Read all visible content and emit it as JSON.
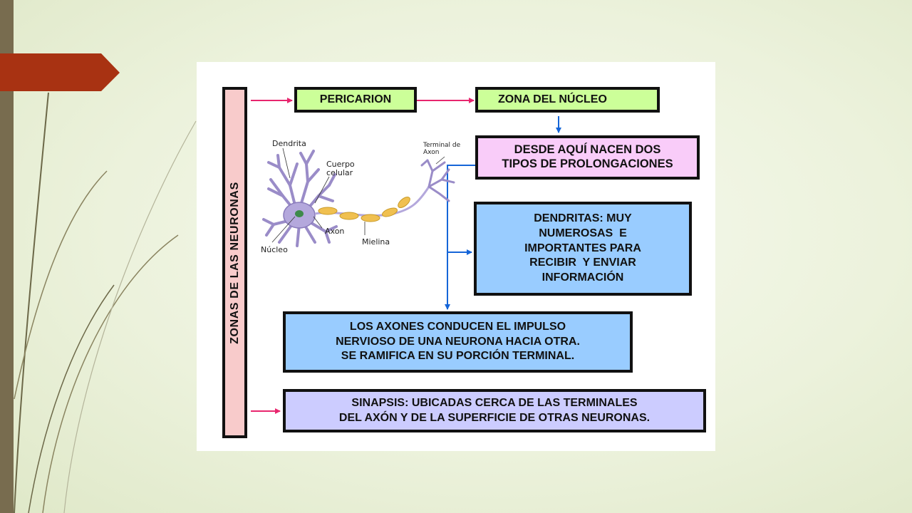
{
  "diagram": {
    "vertical_label": "ZONAS DE LAS NEURONAS",
    "pericarion": "PERICARION",
    "zona_nucleo": "ZONA DEL NÚCLEO",
    "desde_aqui": [
      "DESDE AQUÍ NACEN DOS",
      "TIPOS DE PROLONGACIONES"
    ],
    "dendritas": [
      "DENDRITAS: MUY",
      "NUMEROSAS  E",
      "IMPORTANTES PARA",
      "RECIBIR  Y ENVIAR",
      "INFORMACIÓN"
    ],
    "axones": [
      "LOS AXONES CONDUCEN EL IMPULSO",
      "NERVIOSO DE UNA NEURONA HACIA OTRA.",
      "SE RAMIFICA EN SU PORCIÓN TERMINAL."
    ],
    "sinapsis": [
      "SINAPSIS: UBICADAS CERCA DE LAS TERMINALES",
      "DEL AXÓN Y DE LA SUPERFICIE DE OTRAS NEURONAS."
    ]
  },
  "neuron_labels": {
    "dendrita": "Dendrita",
    "cuerpo": [
      "Cuerpo",
      "celular"
    ],
    "terminal": [
      "Terminal de",
      "Axon"
    ],
    "axon": "Axon",
    "mielina": "Mielina",
    "nucleo": "Núcleo"
  },
  "colors": {
    "accent_tab": "#a83212",
    "left_bar": "#786c4f",
    "green_box": "#ccff99",
    "pink_box": "#f9ccf9",
    "blue_box": "#99ccff",
    "lavender_box": "#ccccff",
    "vertical_box": "#f8cbcb",
    "arrow_pink": "#e8266e",
    "arrow_blue": "#1565d8"
  }
}
